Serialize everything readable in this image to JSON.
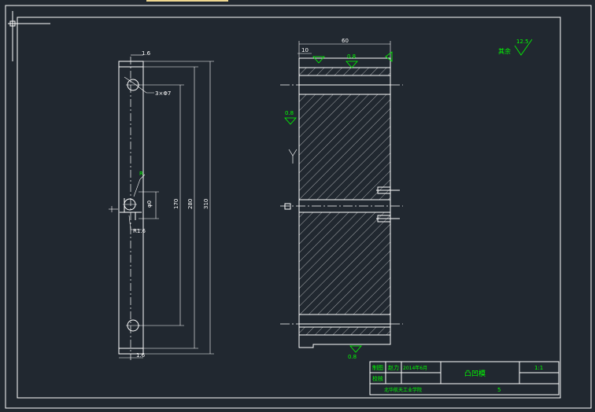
{
  "colors": {
    "background": "#212830",
    "line": "#ffffff",
    "annotation": "#00ff00",
    "accent": "#f0d890"
  },
  "left_view": {
    "dim_top": "1.6",
    "dim_bottom": "1.6",
    "hole_callout": "3×Φ7",
    "radius_note": "R",
    "side_dim": "φ0",
    "step_dim": "R1.6",
    "dim_inner": "170",
    "dim_mid": "280",
    "dim_outer": "310"
  },
  "section_view": {
    "dim_top": "60",
    "dim_left": "10",
    "surface_finish_top": "0.8",
    "surface_finish_left": "0.8",
    "surface_finish_bottom": "0.8",
    "center_mark": "Y"
  },
  "general_roughness": {
    "label": "其余",
    "value": "12.5"
  },
  "title_block": {
    "row1_col1": "制图",
    "row1_col2": "赵力",
    "row1_col3": "2014年6月",
    "part_name": "凸凹模",
    "scale": "1:1",
    "row2_col1": "校核",
    "school": "北华航天工业学院",
    "sheet": "5"
  }
}
